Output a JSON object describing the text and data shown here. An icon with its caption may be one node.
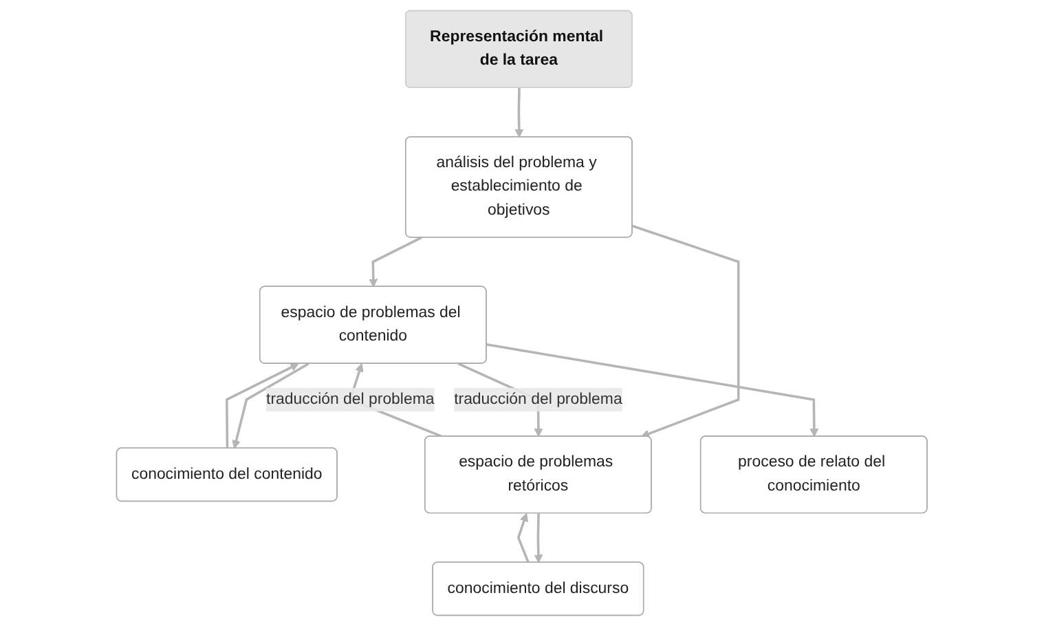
{
  "diagram": {
    "nodes": [
      {
        "text": [
          "Representación mental de la tarea"
        ]
      },
      {
        "text": [
          "conocimiento del contenido"
        ]
      },
      {
        "text": [
          "análisis del problema y establecimiento de objetivos"
        ]
      },
      {
        "text": [
          "conocimiento del discurso"
        ]
      },
      {
        "text": [
          "espacio de problemas del contenido"
        ]
      },
      {
        "text": [
          "espacio de problemas retóricos"
        ]
      },
      {
        "text": [
          "proceso de relato del conocimiento"
        ]
      }
    ],
    "edges": [
      {
        "from": 0,
        "to": 2,
        "arrow": "to"
      },
      {
        "from": 1,
        "to": 4,
        "arrow": "to"
      },
      {
        "from": 4,
        "to": 1,
        "arrow": "to"
      },
      {
        "from": 3,
        "to": 5,
        "arrow": "to"
      },
      {
        "from": 5,
        "to": 3,
        "arrow": "to"
      },
      {
        "from": 2,
        "to": 4,
        "arrow": "to"
      },
      {
        "from": 2,
        "to": 5,
        "arrow": "to"
      },
      {
        "from": 4,
        "to": 5,
        "arrow": "to",
        "label": "traducción del problema"
      },
      {
        "from": 5,
        "to": 4,
        "arrow": "to",
        "label": "traducción del problema"
      },
      {
        "from": 4,
        "to": 6,
        "arrow": "to"
      }
    ]
  }
}
